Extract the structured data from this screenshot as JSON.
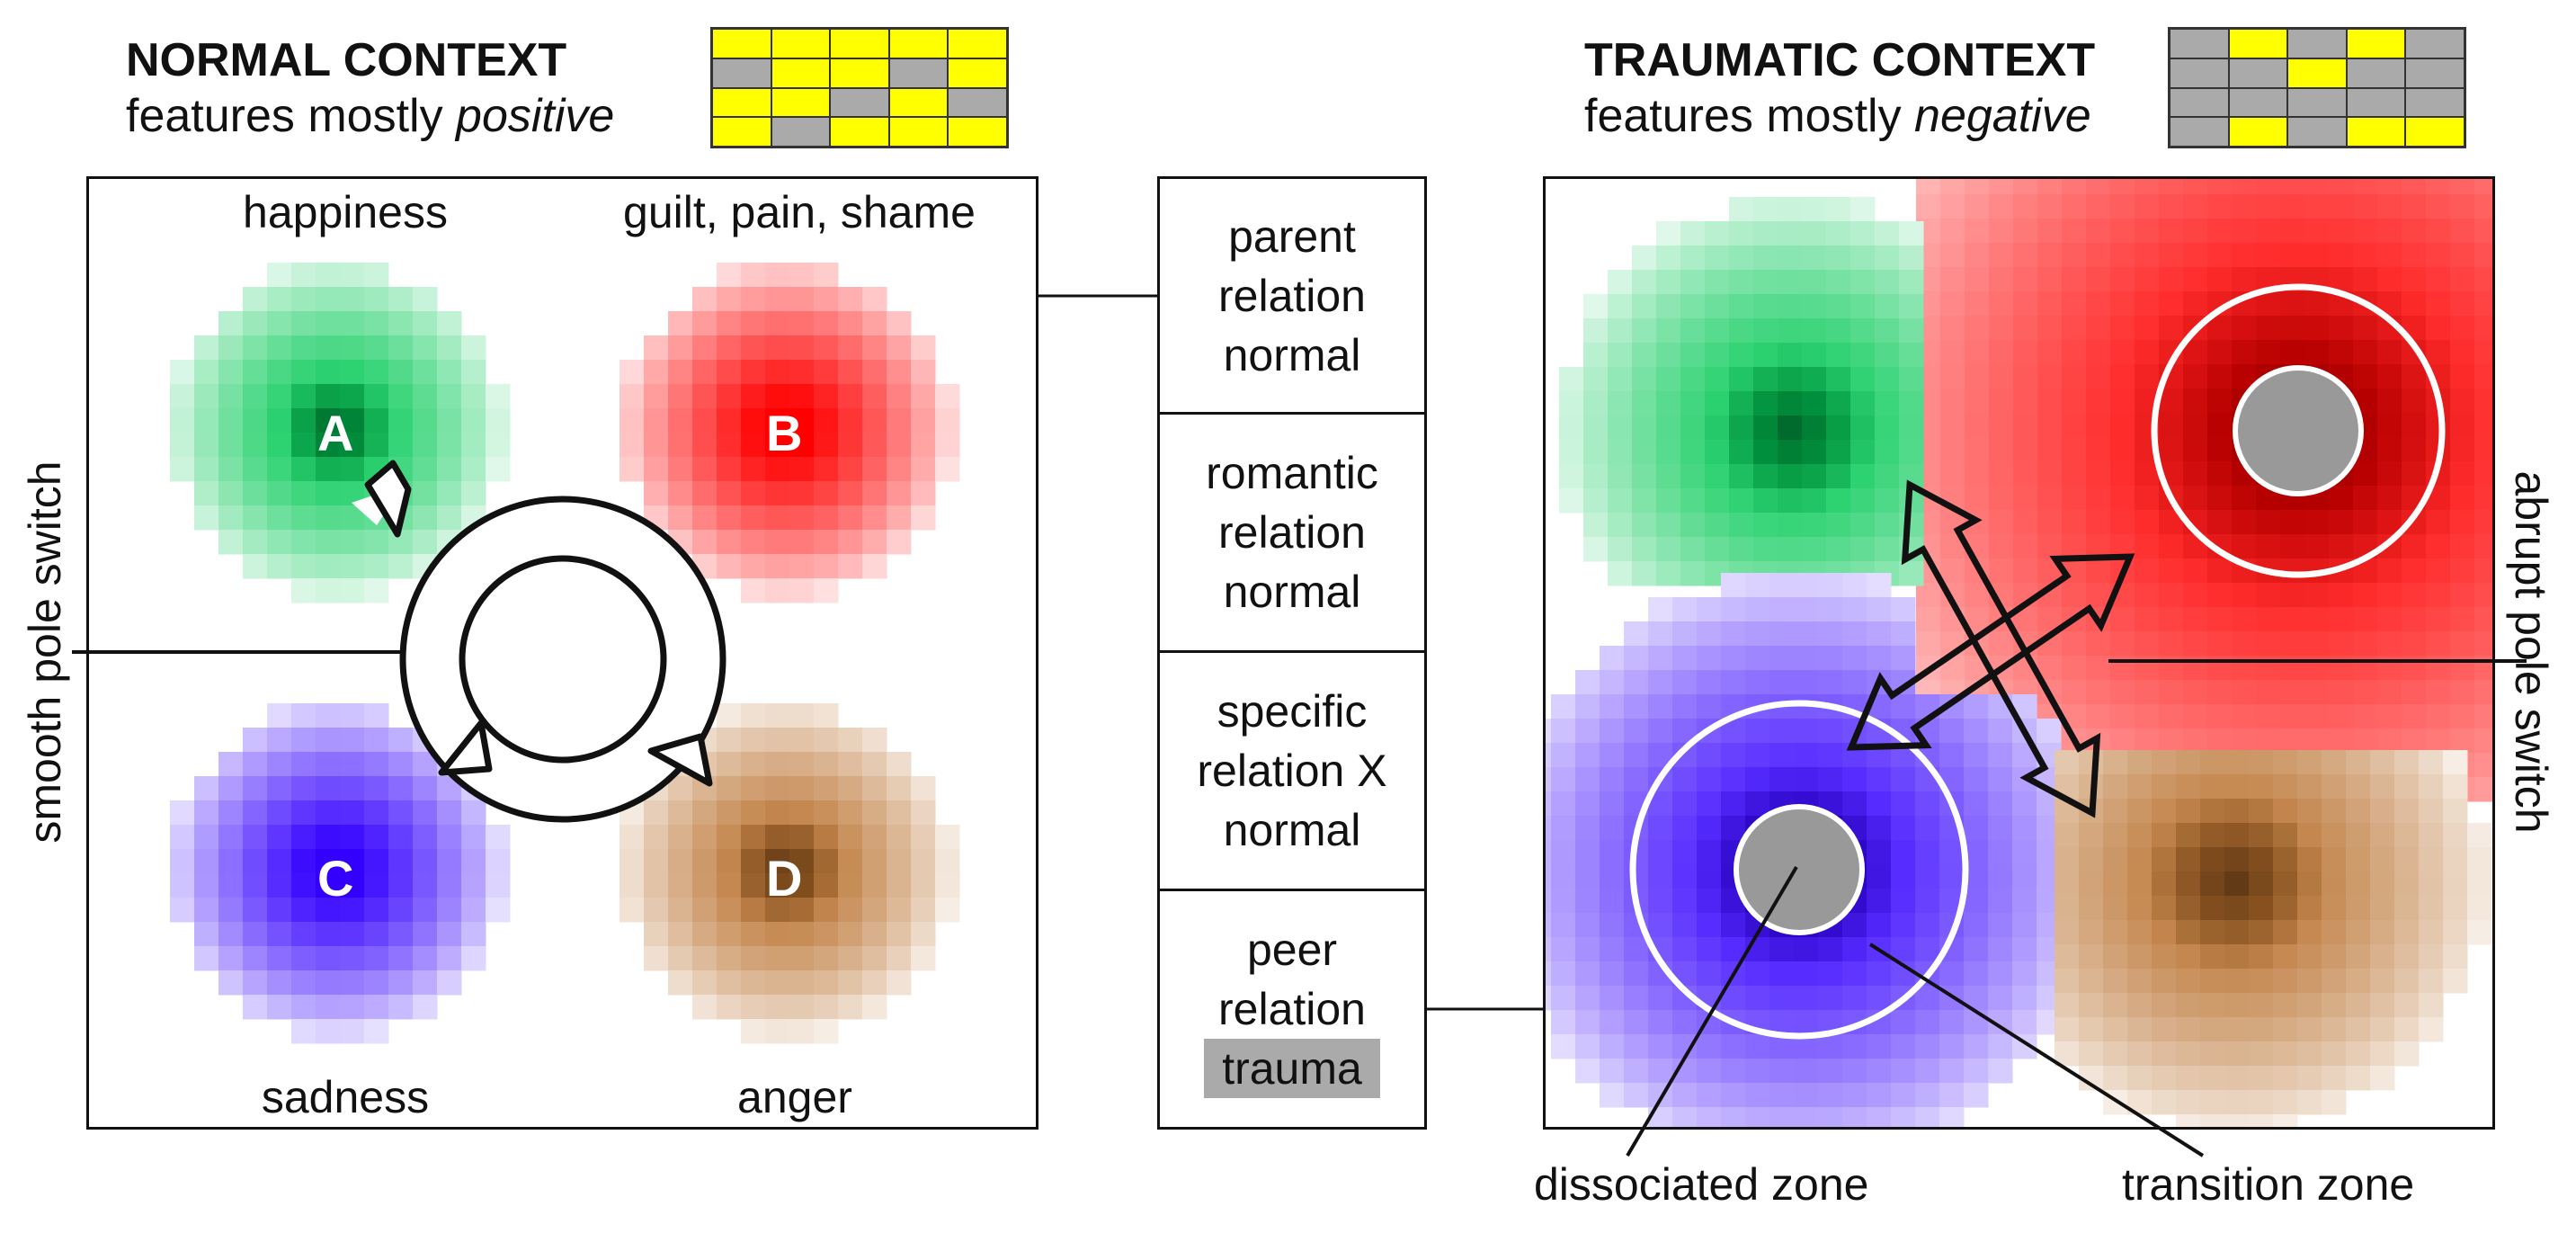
{
  "normal_context": {
    "title": "NORMAL CONTEXT",
    "subtitle_prefix": "features mostly ",
    "subtitle_em": "positive",
    "feature_grid": [
      [
        "yellow",
        "yellow",
        "yellow",
        "yellow",
        "yellow"
      ],
      [
        "gray",
        "yellow",
        "yellow",
        "gray",
        "yellow"
      ],
      [
        "yellow",
        "yellow",
        "gray",
        "yellow",
        "gray"
      ],
      [
        "yellow",
        "gray",
        "yellow",
        "yellow",
        "yellow"
      ]
    ],
    "labels": {
      "top_left": "happiness",
      "top_right": "guilt, pain, shame",
      "bottom_left": "sadness",
      "bottom_right": "anger"
    },
    "letters": {
      "a": "A",
      "b": "B",
      "c": "C",
      "d": "D"
    },
    "side_label": "smooth pole switch"
  },
  "traumatic_context": {
    "title": "TRAUMATIC CONTEXT",
    "subtitle_prefix": "features mostly ",
    "subtitle_em": "negative",
    "feature_grid": [
      [
        "gray",
        "yellow",
        "gray",
        "yellow",
        "gray"
      ],
      [
        "gray",
        "gray",
        "yellow",
        "gray",
        "gray"
      ],
      [
        "gray",
        "gray",
        "gray",
        "gray",
        "gray"
      ],
      [
        "gray",
        "yellow",
        "gray",
        "yellow",
        "yellow"
      ]
    ],
    "side_label": "abrupt pole switch",
    "bottom_labels": {
      "dissociated": "dissociated zone",
      "transition": "transition zone"
    }
  },
  "relations": [
    {
      "line1": "parent",
      "line2": "relation",
      "status": "normal"
    },
    {
      "line1": "romantic",
      "line2": "relation",
      "status": "normal"
    },
    {
      "line1": "specific",
      "line2": "relation X",
      "status": "normal"
    },
    {
      "line1": "peer",
      "line2": "relation",
      "status": "trauma"
    }
  ],
  "colors": {
    "yellow": "#ffff00",
    "gray": "#aaaaaa",
    "happiness": "#00c853",
    "pain": "#ff0000",
    "sadness": "#3300ff",
    "anger": "#b86e2a"
  }
}
